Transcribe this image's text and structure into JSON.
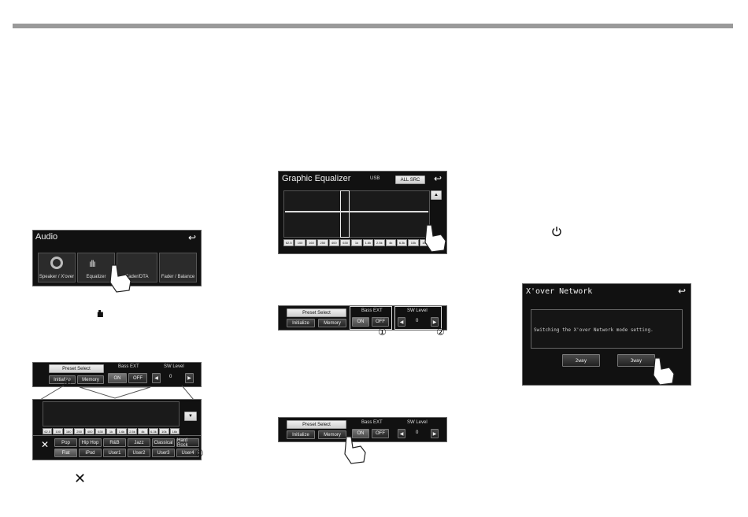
{
  "audio_panel": {
    "title": "Audio",
    "tiles": [
      "Speaker / X'over",
      "Equalizer",
      "Fader/DTA",
      "Fader / Balance"
    ]
  },
  "eq_panel": {
    "title": "Graphic Equalizer",
    "source": "USB",
    "all_src": "ALL SRC",
    "freqs": [
      "62.5",
      "100",
      "160",
      "250",
      "400",
      "630",
      "1k",
      "1.6k",
      "2.5k",
      "4k",
      "6.3k",
      "10k",
      "16k"
    ]
  },
  "controls": {
    "preset_select": "Preset Select",
    "initialize": "Initialize",
    "memory": "Memory",
    "bass_ext": "Bass EXT",
    "on": "ON",
    "off": "OFF",
    "sw_level": "SW Level",
    "sw_value": "0"
  },
  "presets": {
    "row1": [
      "Pop",
      "Hip Hop",
      "R&B",
      "Jazz",
      "Classical",
      "Hard Rock"
    ],
    "row2": [
      "Flat",
      "iPod",
      "User1",
      "User2",
      "User3",
      "User4"
    ]
  },
  "xover": {
    "title": "X'over Network",
    "message": "Switching the X'over Network mode setting.",
    "btn_2way": "2way",
    "btn_3way": "3way"
  },
  "markers": {
    "one": "①",
    "two": "②"
  }
}
